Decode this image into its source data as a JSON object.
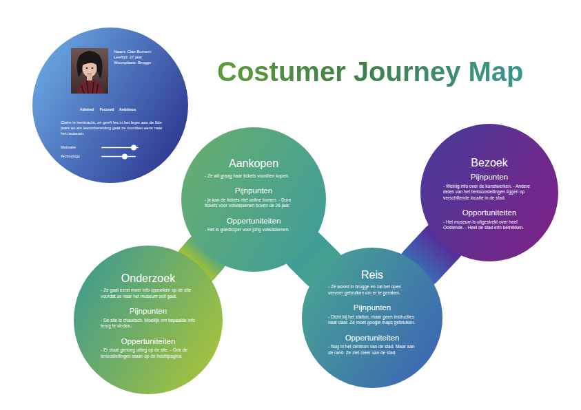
{
  "diagram": {
    "title": "Costumer Journey Map",
    "nodes": [
      {
        "text": [
          "Naam: Clair Burnem",
          "Leeftijd: 27 jaar",
          "Woonplaats: Brugge",
          "Admired",
          "Focused",
          "Ambitious",
          "Claire is leerkracht, ze geeft les in het lager aan de 6de jaars en als lesvorbereiding gaat ze voordien eens naar het museum.",
          "Motivatie",
          "Technology"
        ]
      },
      {
        "text": [
          "Onderzoek",
          "- Ze gaat eerst meer info opzoeken op de site voordat ze naar het museum zelf gaat.",
          "Pijnpunten",
          "- De site is chaotisch. Moeilijk om bepaalde info terug te vinden.",
          "Oppertuniteiten",
          "- Er staat genoeg uitleg op de site. - Ook de tenoostellingen staan op de hoofdpagina."
        ]
      },
      {
        "text": [
          "Aankopen",
          "- Ze wil graag haar tickets voordien kopen.",
          "Pijnpunten",
          "- je kan de tickets niet online komen. - Dure tickets voor volwassenen boven de 26 jaar.",
          "Oppertuniteiten",
          "- Het is goedkoper voor jong volwassenen."
        ]
      },
      {
        "text": [
          "Reis",
          "- Ze woont in brugge en zal het open vervoer gebruiken om er te geraken.",
          "Pijnpunten",
          "- Dicht bij het station, maar geen instructies naar daar. Ze moet google maps gebruiken.",
          "Oppertuniteiten",
          "- Nog in het centrum van de stad. Maar aan de rand. Ze ziet meer van de stad."
        ]
      },
      {
        "text": [
          "Bezoek",
          "Pijnpunten",
          "- Weinig info over de kunstwerken. - Andere delen van het tentoonstellingen liggen op verschillende locatie in de stad.",
          "Opportuniteiten",
          "- Het museum is uitgestrekt over heel Oostende. - Heel de stad erin betrekken."
        ]
      }
    ],
    "edges": [
      {
        "from": 1,
        "to": 2,
        "arrow": "none"
      },
      {
        "from": 2,
        "to": 3,
        "arrow": "none"
      },
      {
        "from": 3,
        "to": 4,
        "arrow": "none"
      }
    ]
  }
}
